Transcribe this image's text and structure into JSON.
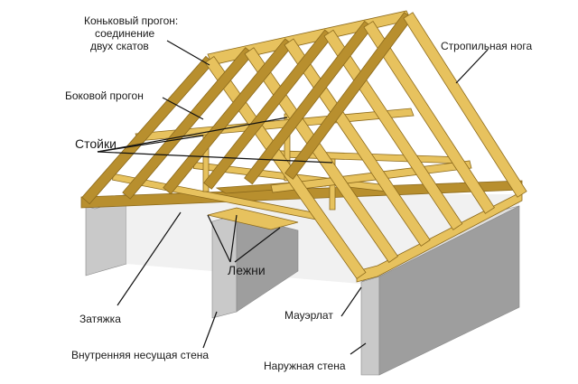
{
  "diagram": {
    "colors": {
      "wood": "#e7c25e",
      "wood_dark": "#b88f2e",
      "wood_edge": "#8c6a1c",
      "wall": "#c9c9c9",
      "wall_dark": "#9e9e9e",
      "floor": "#f1f1f1",
      "leader": "#111111"
    },
    "labels": {
      "ridge_line1": "Коньковый прогон:",
      "ridge_line2": "соединение",
      "ridge_line3": "двух скатов",
      "side_purlin": "Боковой прогон",
      "rafter": "Стропильная нога",
      "posts": "Стойки",
      "sleepers": "Лежни",
      "tie": "Затяжка",
      "mauerlat": "Мауэрлат",
      "inner_wall": "Внутренняя несущая стена",
      "outer_wall": "Наружная стена"
    }
  }
}
